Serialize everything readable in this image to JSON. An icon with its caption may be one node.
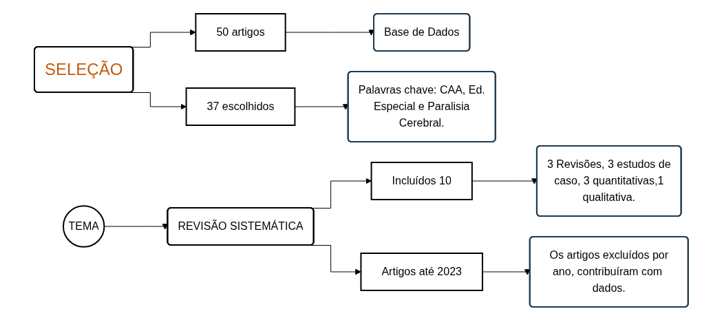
{
  "diagram": {
    "nodes": [
      {
        "text": [
          "TEMA"
        ]
      },
      {
        "text": [
          "SELEÇÃO"
        ]
      },
      {
        "text": [
          "50 artigos"
        ]
      },
      {
        "text": [
          "37 escolhidos"
        ]
      },
      {
        "text": [
          "Base de Dados"
        ]
      },
      {
        "text": [
          "Palavras chave: CAA, Ed. Especial e Paralisia Cerebral."
        ]
      },
      {
        "text": [
          "REVISÃO SISTEMÁTICA"
        ]
      },
      {
        "text": [
          "Incluídos 10"
        ]
      },
      {
        "text": [
          "Artigos até 2023"
        ]
      },
      {
        "text": [
          "3 Revisões, 3 estudos de caso, 3 quantitativas,1 qualitativa."
        ]
      },
      {
        "text": [
          "Os artigos excluídos por ano, contribuíram com dados."
        ]
      }
    ],
    "edges": [
      {
        "from": 1,
        "to": 2,
        "arrow": "to"
      },
      {
        "from": 1,
        "to": 3,
        "arrow": "to"
      },
      {
        "from": 2,
        "to": 4,
        "arrow": "to"
      },
      {
        "from": 3,
        "to": 5,
        "arrow": "to"
      },
      {
        "from": 0,
        "to": 6,
        "arrow": "to"
      },
      {
        "from": 6,
        "to": 7,
        "arrow": "to"
      },
      {
        "from": 6,
        "to": 8,
        "arrow": "to"
      },
      {
        "from": 7,
        "to": 9,
        "arrow": "to"
      },
      {
        "from": 8,
        "to": 10,
        "arrow": "to"
      }
    ]
  }
}
